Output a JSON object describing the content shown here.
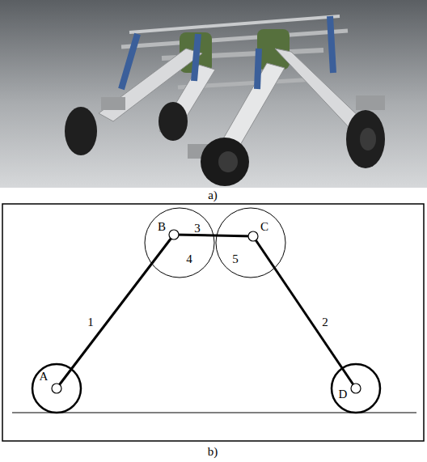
{
  "diagram": {
    "labels": [
      "a)",
      "B",
      "3",
      "C",
      "4",
      "5",
      "1",
      "2",
      "A",
      "D",
      "b)"
    ]
  }
}
